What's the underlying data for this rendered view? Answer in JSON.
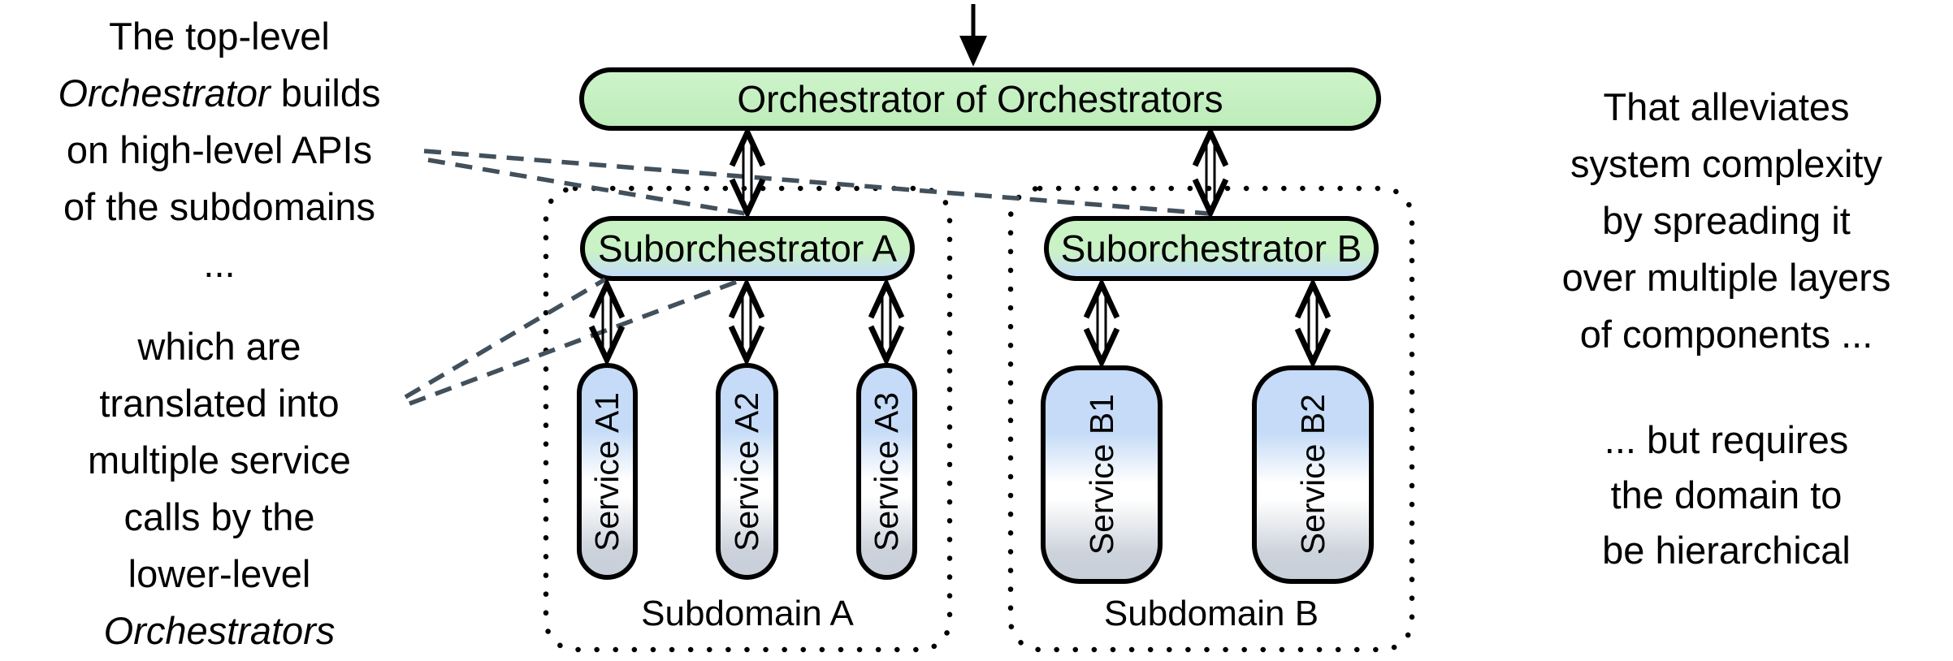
{
  "notes": {
    "left_top": {
      "line1": "The top-level",
      "line2_italic": "Orchestrator",
      "line2_rest": " builds",
      "line3": "on high-level APIs",
      "line4": "of the subdomains",
      "line5": "..."
    },
    "left_bottom": {
      "line1": "which are",
      "line2": "translated into",
      "line3": "multiple service",
      "line4": "calls by the",
      "line5": "lower-level",
      "line6_italic": "Orchestrators"
    },
    "right_top": {
      "line1": "That alleviates",
      "line2": "system complexity",
      "line3": "by spreading it",
      "line4": "over multiple layers",
      "line5": "of components ..."
    },
    "right_bottom": {
      "line1": "... but requires",
      "line2": "the domain to",
      "line3": "be hierarchical"
    }
  },
  "diagram": {
    "orchestrator": {
      "label": "Orchestrator of Orchestrators"
    },
    "suborchestrator_a": {
      "label": "Suborchestrator A"
    },
    "suborchestrator_b": {
      "label": "Suborchestrator B"
    },
    "services": [
      {
        "label": "Service A1"
      },
      {
        "label": "Service A2"
      },
      {
        "label": "Service A3"
      },
      {
        "label": "Service B1"
      },
      {
        "label": "Service B2"
      }
    ],
    "subdomain_a": {
      "label": "Subdomain A"
    },
    "subdomain_b": {
      "label": "Subdomain B"
    }
  },
  "colors": {
    "box_green": "#c9f2c5",
    "box_blue": "#c5dbf7",
    "box_gray": "#ccd2db",
    "dashed_line": "#42505b",
    "outline": "#000000",
    "background": "#ffffff"
  }
}
